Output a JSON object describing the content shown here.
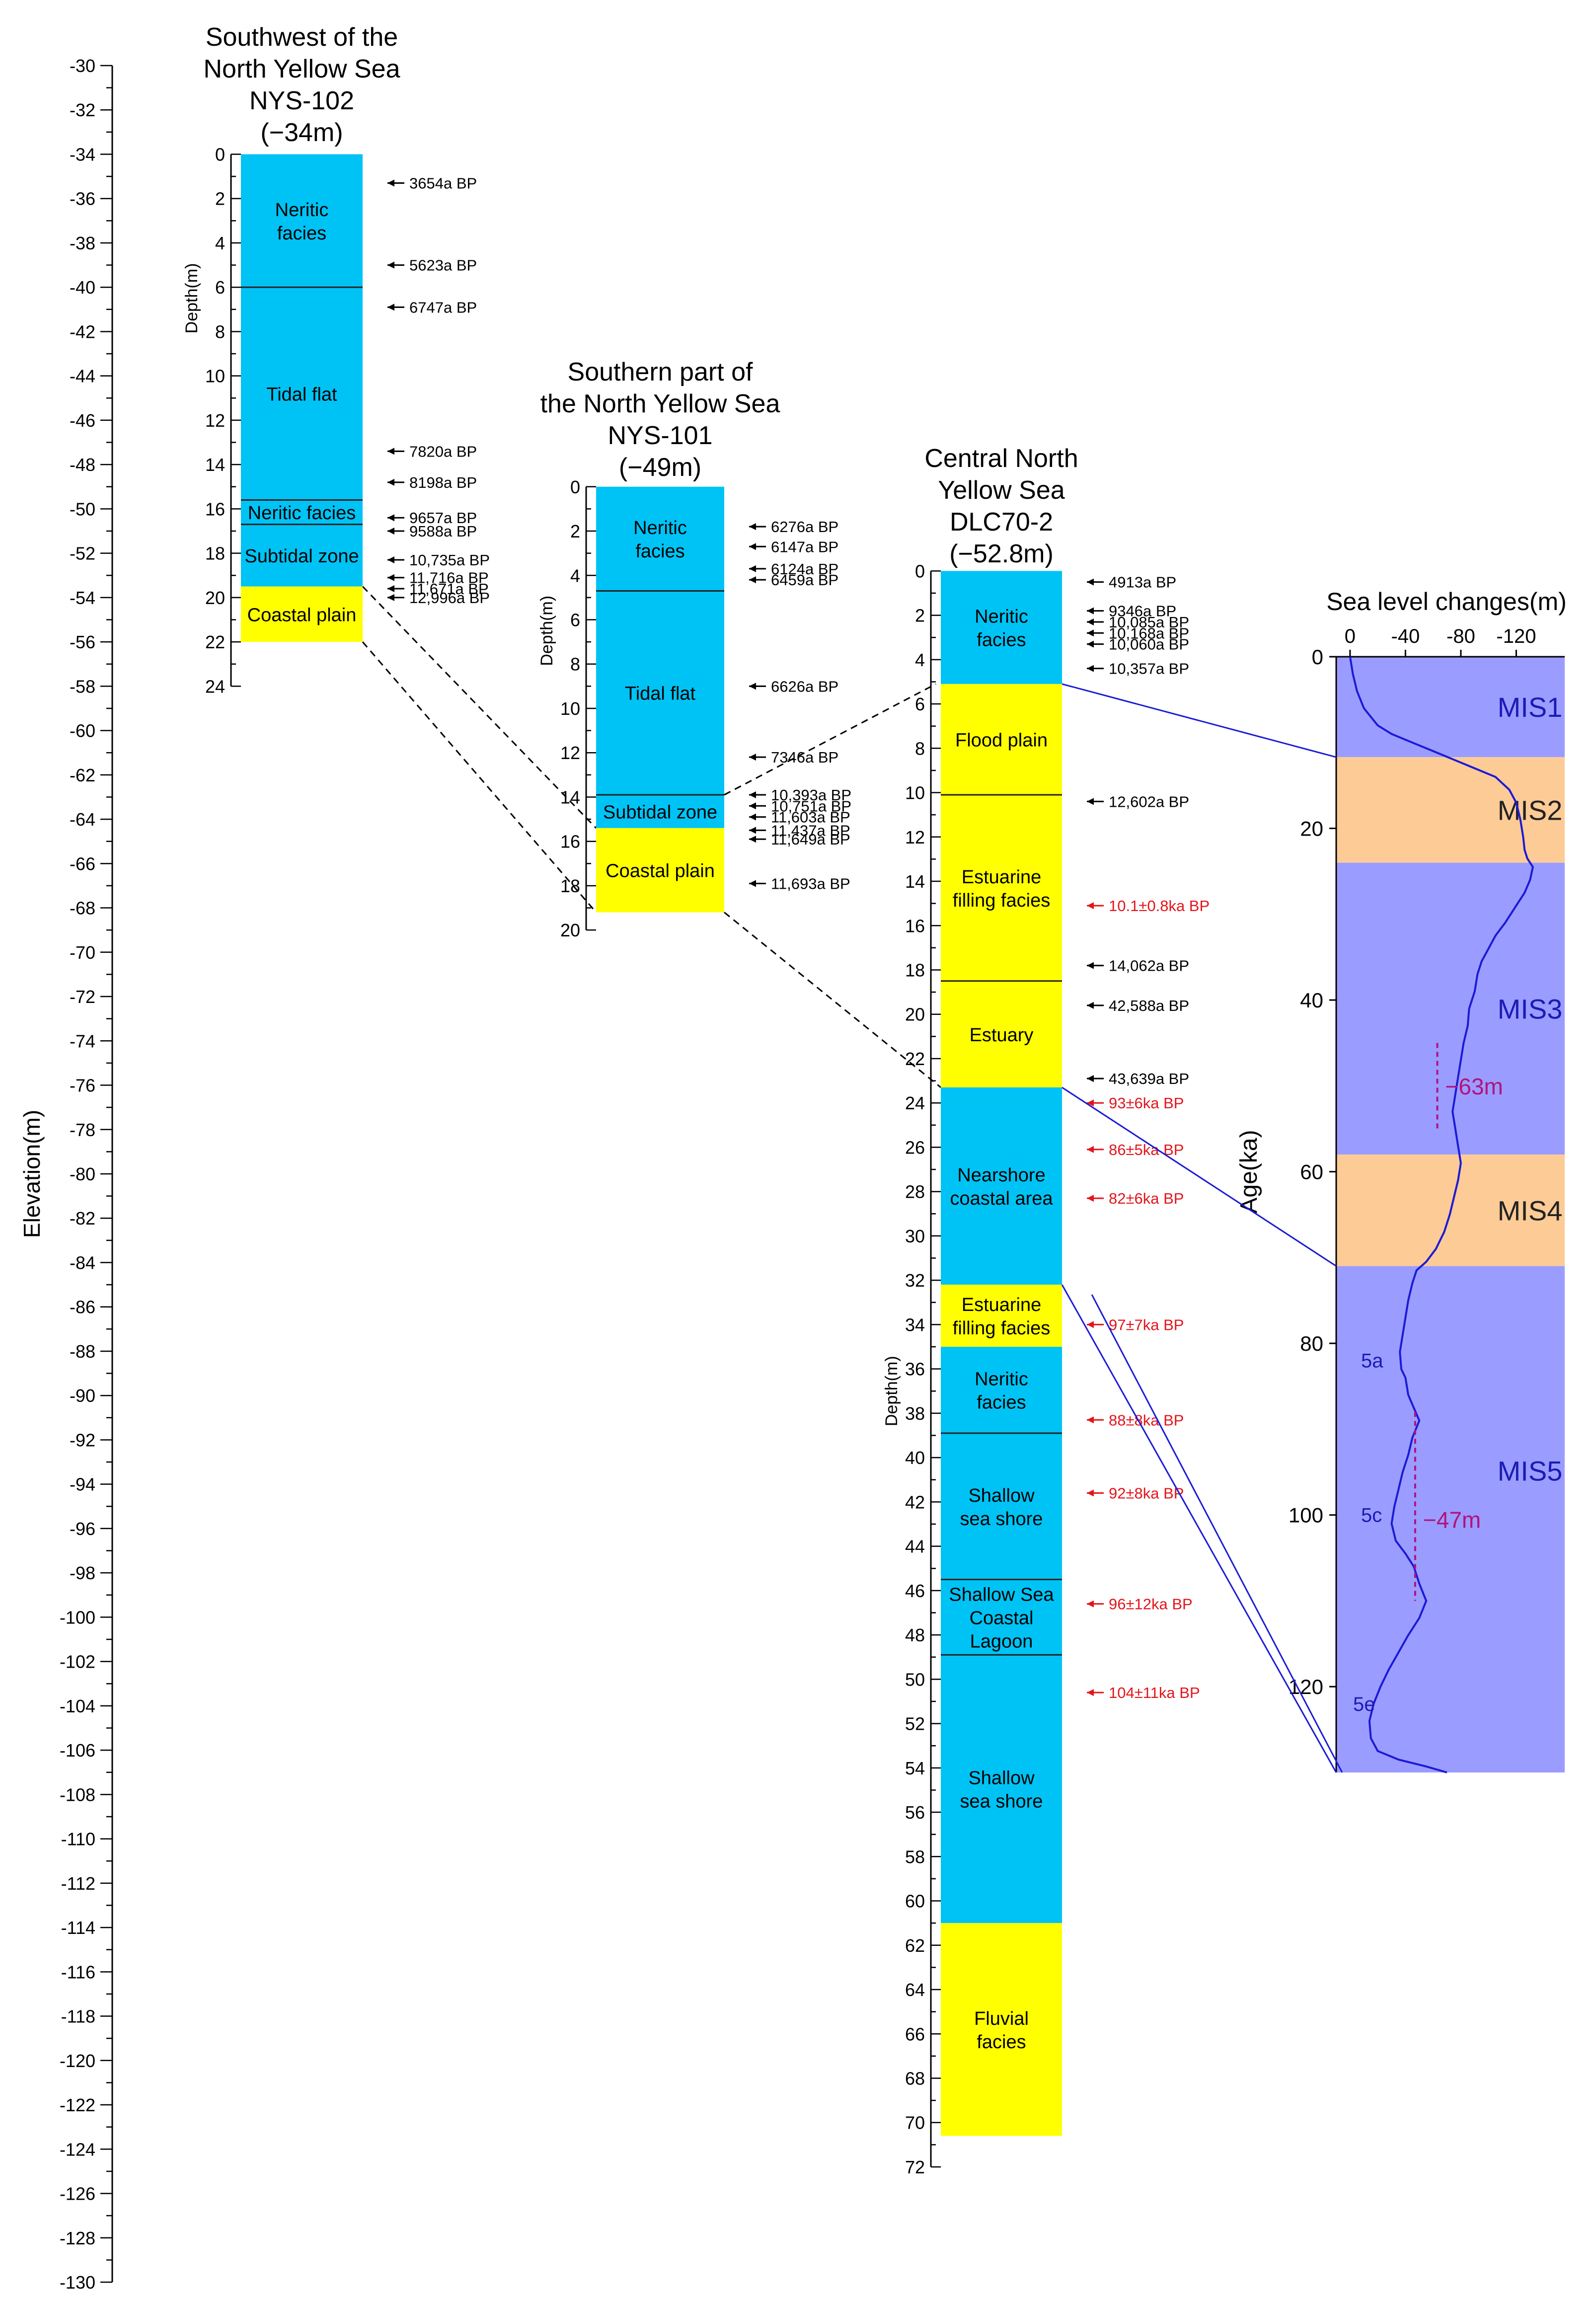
{
  "colors": {
    "neritic": "#00c3f5",
    "coastal": "#ffff00",
    "mis_warm": "#9b9cff",
    "mis_cold": "#fdcb96",
    "curve": "#1b1bd6",
    "annot": "#b0137f",
    "osl": "#e3151b",
    "c14": "#000000"
  },
  "elevation_axis": {
    "label": "Elevation(m)",
    "min": -130,
    "max": -30,
    "major_step": 2
  },
  "cores": [
    {
      "id": "nys102",
      "title": [
        "Southwest of the",
        "North Yellow Sea",
        "NYS-102",
        "(−34m)"
      ],
      "top_elevation": -34,
      "bottom_depth": 24,
      "depth_label": "Depth(m)",
      "layers": [
        {
          "top": 0,
          "bottom": 6,
          "color": "neritic",
          "label": [
            "Neritic",
            "facies"
          ]
        },
        {
          "top": 6,
          "bottom": 15.6,
          "color": "neritic",
          "label": [
            "Tidal flat"
          ]
        },
        {
          "top": 15.6,
          "bottom": 16.7,
          "color": "neritic",
          "label": [
            "Neritic facies"
          ]
        },
        {
          "top": 16.7,
          "bottom": 19.5,
          "color": "neritic",
          "label": [
            "Subtidal zone"
          ]
        },
        {
          "top": 19.5,
          "bottom": 22,
          "color": "coastal",
          "label": [
            "Coastal plain"
          ]
        }
      ],
      "dates": [
        {
          "depth": 1.3,
          "text": "3654a BP",
          "kind": "c14"
        },
        {
          "depth": 5.0,
          "text": "5623a BP",
          "kind": "c14"
        },
        {
          "depth": 6.9,
          "text": "6747a BP",
          "kind": "c14"
        },
        {
          "depth": 13.4,
          "text": "7820a BP",
          "kind": "c14"
        },
        {
          "depth": 14.8,
          "text": "8198a BP",
          "kind": "c14"
        },
        {
          "depth": 16.4,
          "text": "9657a BP",
          "kind": "c14"
        },
        {
          "depth": 17.0,
          "text": "9588a BP",
          "kind": "c14"
        },
        {
          "depth": 18.3,
          "text": "10,735a BP",
          "kind": "c14"
        },
        {
          "depth": 19.1,
          "text": "11,716a BP",
          "kind": "c14"
        },
        {
          "depth": 19.6,
          "text": "11,671a BP",
          "kind": "c14"
        },
        {
          "depth": 20.0,
          "text": "12,996a BP",
          "kind": "c14"
        }
      ]
    },
    {
      "id": "nys101",
      "title": [
        "Southern part of",
        "the North Yellow Sea",
        "NYS-101",
        "(−49m)"
      ],
      "top_elevation": -49,
      "bottom_depth": 20,
      "depth_label": "Depth(m)",
      "layers": [
        {
          "top": 0,
          "bottom": 4.7,
          "color": "neritic",
          "label": [
            "Neritic",
            "facies"
          ]
        },
        {
          "top": 4.7,
          "bottom": 13.9,
          "color": "neritic",
          "label": [
            "Tidal flat"
          ]
        },
        {
          "top": 13.9,
          "bottom": 15.4,
          "color": "neritic",
          "label": [
            "Subtidal zone"
          ]
        },
        {
          "top": 15.4,
          "bottom": 19.2,
          "color": "coastal",
          "label": [
            "Coastal plain"
          ]
        }
      ],
      "dates": [
        {
          "depth": 1.8,
          "text": "6276a BP",
          "kind": "c14"
        },
        {
          "depth": 2.7,
          "text": "6147a BP",
          "kind": "c14"
        },
        {
          "depth": 3.7,
          "text": "6124a BP",
          "kind": "c14"
        },
        {
          "depth": 4.2,
          "text": "6459a BP",
          "kind": "c14"
        },
        {
          "depth": 9.0,
          "text": "6626a BP",
          "kind": "c14"
        },
        {
          "depth": 12.2,
          "text": "7346a BP",
          "kind": "c14"
        },
        {
          "depth": 13.9,
          "text": "10,393a BP",
          "kind": "c14"
        },
        {
          "depth": 14.4,
          "text": "10,751a BP",
          "kind": "c14"
        },
        {
          "depth": 14.9,
          "text": "11,603a BP",
          "kind": "c14"
        },
        {
          "depth": 15.5,
          "text": "11,437a BP",
          "kind": "c14"
        },
        {
          "depth": 15.9,
          "text": "11,649a BP",
          "kind": "c14"
        },
        {
          "depth": 17.9,
          "text": "11,693a BP",
          "kind": "c14"
        }
      ]
    },
    {
      "id": "dlc702",
      "title": [
        "Central North",
        "Yellow Sea",
        "DLC70-2",
        "(−52.8m)"
      ],
      "top_elevation": -52.8,
      "bottom_depth": 72,
      "depth_label": "Depth(m)",
      "layers": [
        {
          "top": 0,
          "bottom": 5.1,
          "color": "neritic",
          "label": [
            "Neritic",
            "facies"
          ]
        },
        {
          "top": 5.1,
          "bottom": 10.1,
          "color": "coastal",
          "label": [
            "Flood plain"
          ]
        },
        {
          "top": 10.1,
          "bottom": 18.5,
          "color": "coastal",
          "label": [
            "Estuarine",
            "filling facies"
          ]
        },
        {
          "top": 18.5,
          "bottom": 23.3,
          "color": "coastal",
          "label": [
            "Estuary"
          ]
        },
        {
          "top": 23.3,
          "bottom": 32.2,
          "color": "neritic",
          "label": [
            "Nearshore",
            "coastal area"
          ]
        },
        {
          "top": 32.2,
          "bottom": 35.0,
          "color": "coastal",
          "label": [
            "Estuarine",
            "filling facies"
          ]
        },
        {
          "top": 35.0,
          "bottom": 38.9,
          "color": "neritic",
          "label": [
            "Neritic",
            "facies"
          ]
        },
        {
          "top": 38.9,
          "bottom": 45.5,
          "color": "neritic",
          "label": [
            "Shallow",
            "sea shore"
          ]
        },
        {
          "top": 45.5,
          "bottom": 48.9,
          "color": "neritic",
          "label": [
            "Shallow Sea",
            "Coastal",
            "Lagoon"
          ]
        },
        {
          "top": 48.9,
          "bottom": 61.0,
          "color": "neritic",
          "label": [
            "Shallow",
            "sea shore"
          ]
        },
        {
          "top": 61.0,
          "bottom": 70.6,
          "color": "coastal",
          "label": [
            "Fluvial",
            "facies"
          ]
        }
      ],
      "dates": [
        {
          "depth": 0.5,
          "text": "4913a BP",
          "kind": "c14"
        },
        {
          "depth": 1.8,
          "text": "9346a BP",
          "kind": "c14"
        },
        {
          "depth": 2.3,
          "text": "10,085a BP",
          "kind": "c14"
        },
        {
          "depth": 2.8,
          "text": "10,168a BP",
          "kind": "c14"
        },
        {
          "depth": 3.3,
          "text": "10,060a BP",
          "kind": "c14"
        },
        {
          "depth": 4.4,
          "text": "10,357a BP",
          "kind": "c14"
        },
        {
          "depth": 10.4,
          "text": "12,602a BP",
          "kind": "c14"
        },
        {
          "depth": 15.1,
          "text": "10.1±0.8ka BP",
          "kind": "osl"
        },
        {
          "depth": 17.8,
          "text": "14,062a BP",
          "kind": "c14"
        },
        {
          "depth": 19.6,
          "text": "42,588a BP",
          "kind": "c14"
        },
        {
          "depth": 22.9,
          "text": "43,639a BP",
          "kind": "c14"
        },
        {
          "depth": 24.0,
          "text": "93±6ka BP",
          "kind": "osl"
        },
        {
          "depth": 26.1,
          "text": "86±5ka BP",
          "kind": "osl"
        },
        {
          "depth": 28.3,
          "text": "82±6ka BP",
          "kind": "osl"
        },
        {
          "depth": 34.0,
          "text": "97±7ka BP",
          "kind": "osl"
        },
        {
          "depth": 38.3,
          "text": "88±8ka BP",
          "kind": "osl"
        },
        {
          "depth": 41.6,
          "text": "92±8ka BP",
          "kind": "osl"
        },
        {
          "depth": 46.6,
          "text": "96±12ka BP",
          "kind": "osl"
        },
        {
          "depth": 50.6,
          "text": "104±11ka BP",
          "kind": "osl"
        }
      ]
    }
  ],
  "sea_level_chart": {
    "title": "Sea level changes(m)",
    "ylabel": "Age(ka)",
    "x_ticks": [
      0,
      -40,
      -80,
      -120
    ],
    "x_labels": [
      "0",
      "-40",
      "-80",
      "-120"
    ],
    "x_range": [
      10,
      -155
    ],
    "y_ticks": [
      0,
      20,
      40,
      60,
      80,
      100,
      120
    ],
    "y_range": [
      0,
      130
    ],
    "stages": [
      {
        "label": "MIS1",
        "from": 0,
        "to": 11.7,
        "color": "mis_warm"
      },
      {
        "label": "MIS2",
        "from": 11.7,
        "to": 24,
        "color": "mis_cold"
      },
      {
        "label": "MIS3",
        "from": 24,
        "to": 58,
        "color": "mis_warm"
      },
      {
        "label": "MIS4",
        "from": 58,
        "to": 71,
        "color": "mis_cold"
      },
      {
        "label": "MIS5",
        "from": 71,
        "to": 130,
        "color": "mis_warm"
      }
    ],
    "substages": [
      "5a",
      "5c",
      "5e"
    ],
    "annotations": [
      "−63m",
      "−47m"
    ],
    "curve": [
      [
        0,
        0
      ],
      [
        -2,
        2
      ],
      [
        -5,
        4
      ],
      [
        -10,
        6
      ],
      [
        -20,
        8
      ],
      [
        -30,
        9
      ],
      [
        -45,
        10
      ],
      [
        -60,
        11
      ],
      [
        -75,
        12
      ],
      [
        -90,
        13
      ],
      [
        -105,
        14
      ],
      [
        -115,
        15.5
      ],
      [
        -120,
        17
      ],
      [
        -123,
        19
      ],
      [
        -125,
        21
      ],
      [
        -126,
        22.5
      ],
      [
        -128,
        23.5
      ],
      [
        -132,
        24.5
      ],
      [
        -130,
        26
      ],
      [
        -126,
        27.5
      ],
      [
        -120,
        29
      ],
      [
        -112,
        31
      ],
      [
        -105,
        32.5
      ],
      [
        -100,
        34
      ],
      [
        -95,
        35.5
      ],
      [
        -92,
        37
      ],
      [
        -90,
        39
      ],
      [
        -86,
        41
      ],
      [
        -85,
        43
      ],
      [
        -82,
        45
      ],
      [
        -80,
        47
      ],
      [
        -78,
        49
      ],
      [
        -76,
        51
      ],
      [
        -74,
        53
      ],
      [
        -76,
        55
      ],
      [
        -78,
        57
      ],
      [
        -80,
        59
      ],
      [
        -78,
        61
      ],
      [
        -75,
        63
      ],
      [
        -72,
        65
      ],
      [
        -68,
        67
      ],
      [
        -62,
        69
      ],
      [
        -55,
        70.5
      ],
      [
        -48,
        71.5
      ],
      [
        -45,
        73
      ],
      [
        -42,
        75
      ],
      [
        -40,
        77
      ],
      [
        -38,
        79
      ],
      [
        -36,
        81
      ],
      [
        -37,
        83
      ],
      [
        -40,
        84
      ],
      [
        -42,
        86
      ],
      [
        -46,
        87.5
      ],
      [
        -50,
        89
      ],
      [
        -45,
        91
      ],
      [
        -42,
        93
      ],
      [
        -38,
        95
      ],
      [
        -35,
        97
      ],
      [
        -32,
        99
      ],
      [
        -30,
        101
      ],
      [
        -33,
        103
      ],
      [
        -40,
        104.5
      ],
      [
        -46,
        106
      ],
      [
        -50,
        108
      ],
      [
        -55,
        110
      ],
      [
        -50,
        112
      ],
      [
        -42,
        114
      ],
      [
        -35,
        116
      ],
      [
        -28,
        118
      ],
      [
        -22,
        120
      ],
      [
        -17,
        122
      ],
      [
        -14,
        124
      ],
      [
        -15,
        126
      ],
      [
        -20,
        127.5
      ],
      [
        -35,
        128.5
      ],
      [
        -55,
        129.3
      ],
      [
        -70,
        130
      ]
    ]
  }
}
